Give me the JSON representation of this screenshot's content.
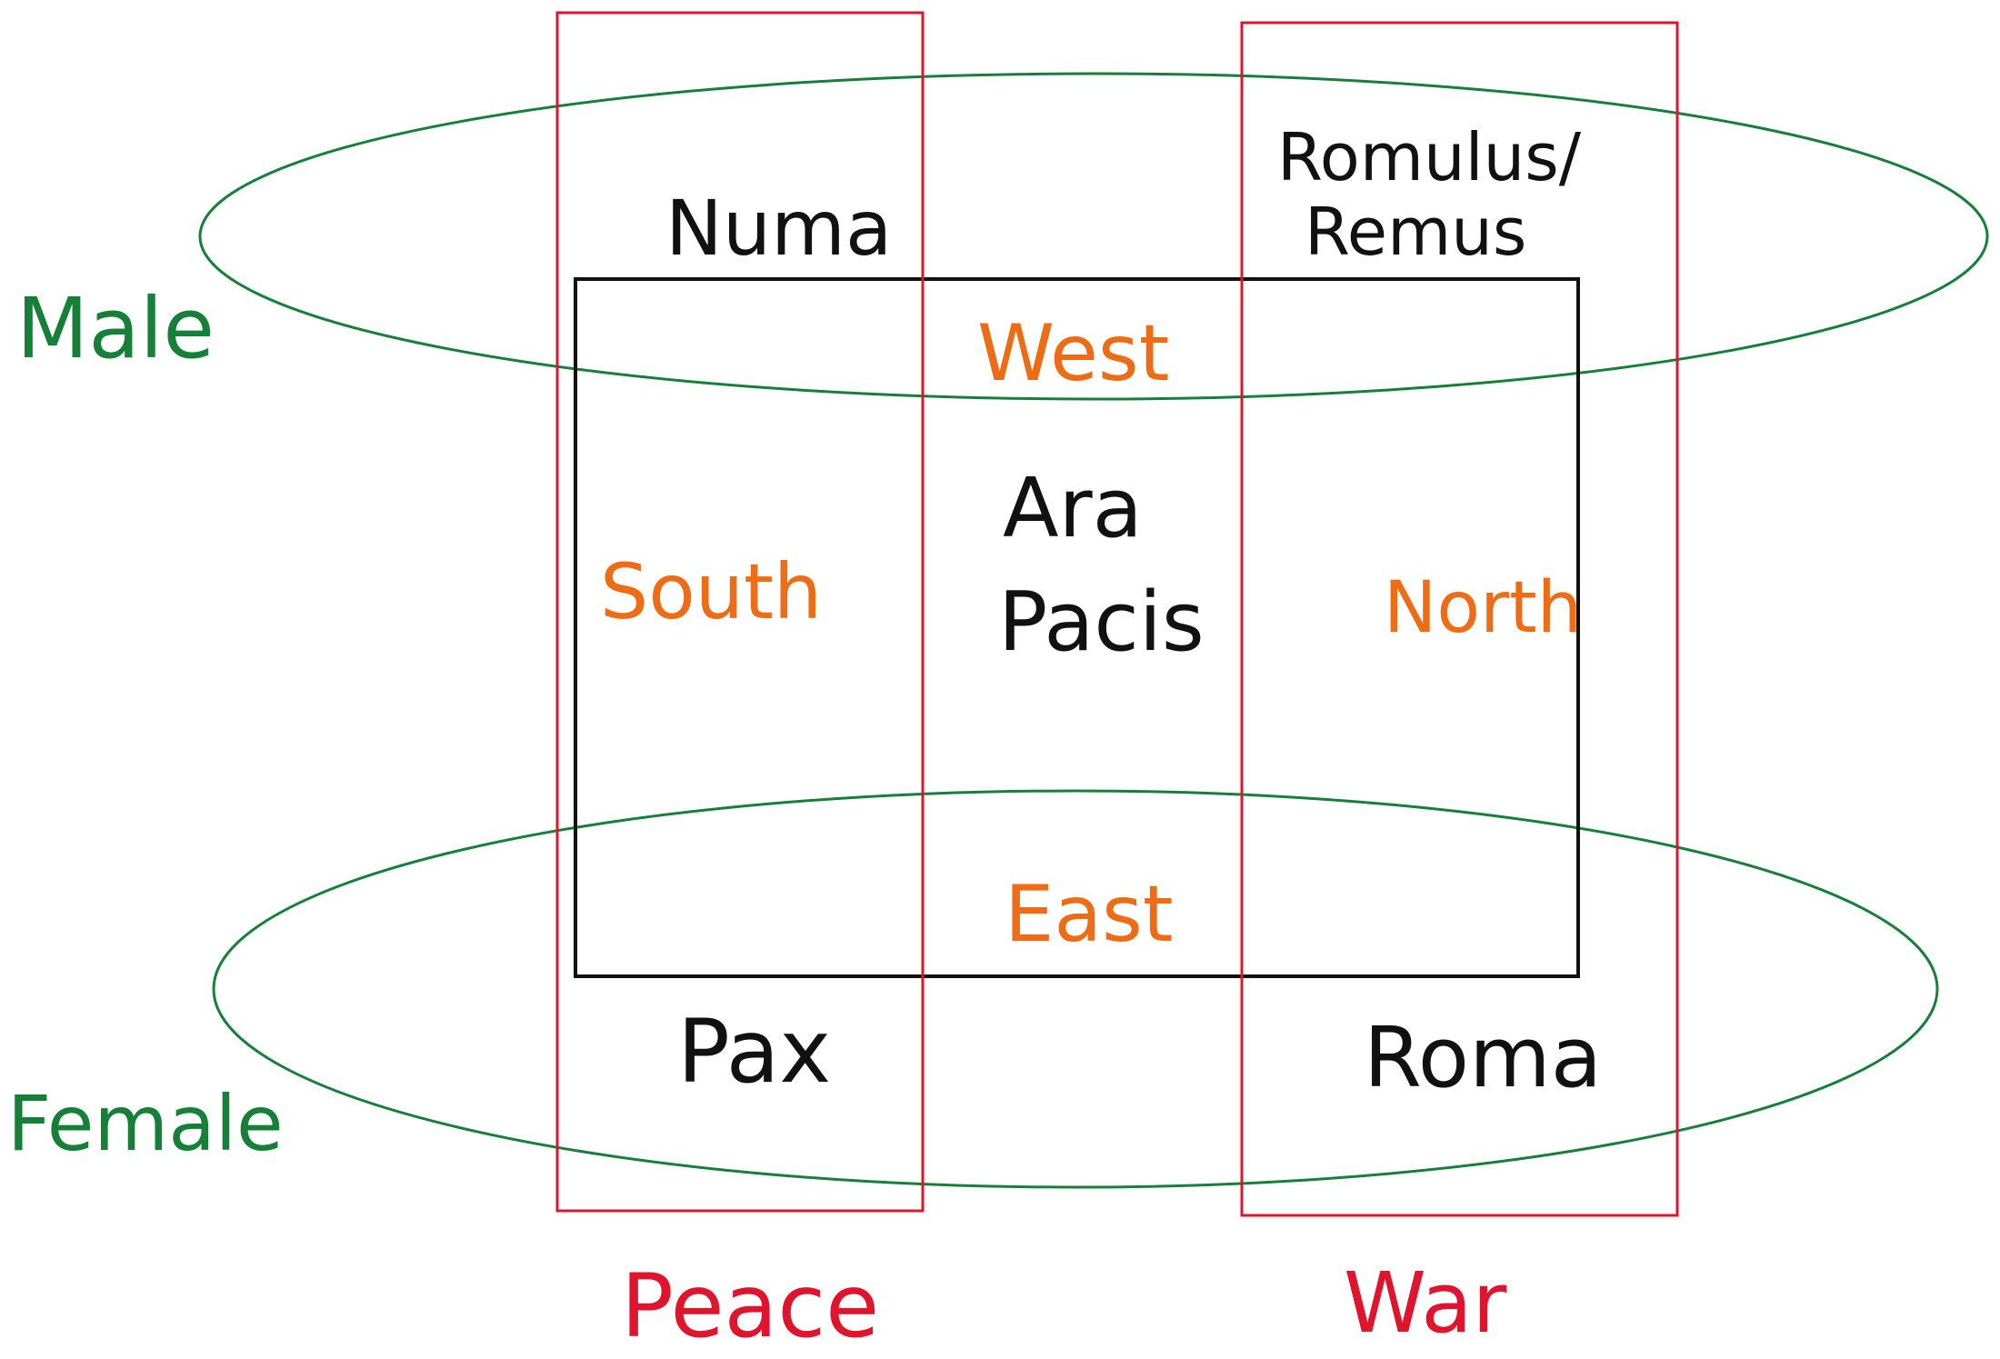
{
  "colors": {
    "group_outline": "#168039",
    "theme_outline": "#e0142c",
    "altar_outline": "#111111",
    "direction_text": "#ef6c16",
    "figure_text": "#111111"
  },
  "groups": {
    "male": "Male",
    "female": "Female"
  },
  "themes": {
    "peace": "Peace",
    "war": "War"
  },
  "directions": {
    "west": "West",
    "south": "South",
    "north": "North",
    "east": "East"
  },
  "center": {
    "line1": "Ara",
    "line2": "Pacis"
  },
  "figures": {
    "numa": "Numa",
    "romulus_line1": "Romulus/",
    "romulus_line2": "Remus",
    "pax": "Pax",
    "roma": "Roma"
  }
}
